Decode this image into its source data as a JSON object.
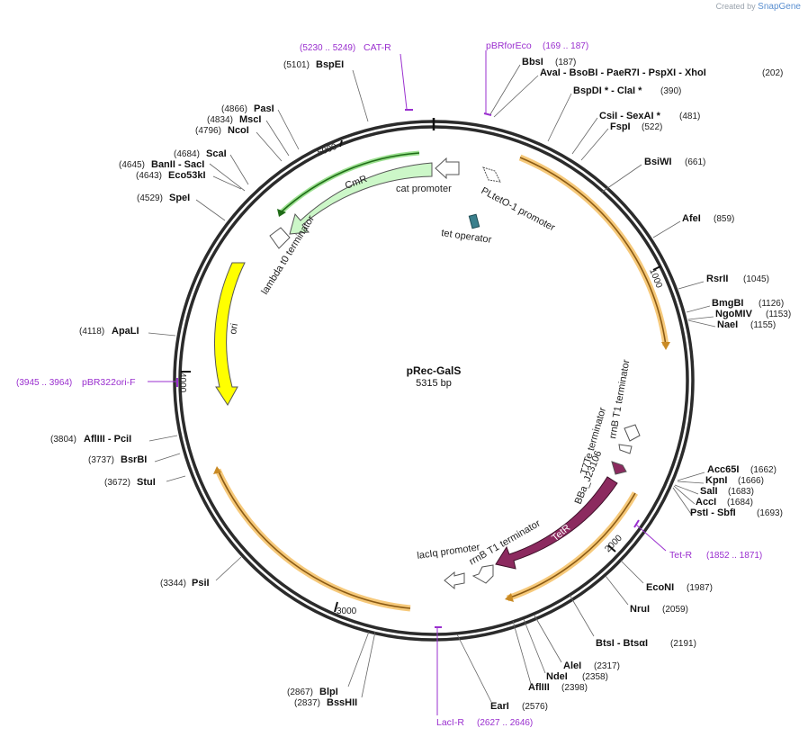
{
  "brand": {
    "prefix": "Created by",
    "name": "SnapGene"
  },
  "plasmid": {
    "name": "pRec-GalS",
    "length_label": "5315 bp",
    "length": 5315
  },
  "ticks": [
    "1000",
    "2000",
    "3000",
    "4000",
    "5000"
  ],
  "sites": [
    {
      "name": "BspEI",
      "pos": "(5101)"
    },
    {
      "name": "BbsI",
      "pos": "(187)"
    },
    {
      "name": "AvaI  - BsoBI  - PaeR7I  - PspXI  - XhoI",
      "pos": "(202)"
    },
    {
      "name": "BspDI *  - ClaI *",
      "pos": "(390)"
    },
    {
      "name": "CsiI  - SexAI *",
      "pos": "(481)"
    },
    {
      "name": "FspI",
      "pos": "(522)"
    },
    {
      "name": "BsiWI",
      "pos": "(661)"
    },
    {
      "name": "AfeI",
      "pos": "(859)"
    },
    {
      "name": "RsrII",
      "pos": "(1045)"
    },
    {
      "name": "BmgBI",
      "pos": "(1126)"
    },
    {
      "name": "NgoMIV",
      "pos": "(1153)"
    },
    {
      "name": "NaeI",
      "pos": "(1155)"
    },
    {
      "name": "Acc65I",
      "pos": "(1662)"
    },
    {
      "name": "KpnI",
      "pos": "(1666)"
    },
    {
      "name": "SalI",
      "pos": "(1683)"
    },
    {
      "name": "AccI",
      "pos": "(1684)"
    },
    {
      "name": "PstI  - SbfI",
      "pos": "(1693)"
    },
    {
      "name": "EcoNI",
      "pos": "(1987)"
    },
    {
      "name": "NruI",
      "pos": "(2059)"
    },
    {
      "name": "BtsI  - BtsαI",
      "pos": "(2191)"
    },
    {
      "name": "AleI",
      "pos": "(2317)"
    },
    {
      "name": "NdeI",
      "pos": "(2358)"
    },
    {
      "name": "AflIII",
      "pos": "(2398)"
    },
    {
      "name": "EarI",
      "pos": "(2576)"
    },
    {
      "name": "BlpI",
      "pos": "(2867)"
    },
    {
      "name": "BssHII",
      "pos": "(2837)"
    },
    {
      "name": "PsiI",
      "pos": "(3344)"
    },
    {
      "name": "StuI",
      "pos": "(3672)"
    },
    {
      "name": "BsrBI",
      "pos": "(3737)"
    },
    {
      "name": "AflIII  - PciI",
      "pos": "(3804)"
    },
    {
      "name": "ApaLI",
      "pos": "(4118)"
    },
    {
      "name": "SpeI",
      "pos": "(4529)"
    },
    {
      "name": "Eco53kI",
      "pos": "(4643)"
    },
    {
      "name": "BanII  - SacI",
      "pos": "(4645)"
    },
    {
      "name": "ScaI",
      "pos": "(4684)"
    },
    {
      "name": "NcoI",
      "pos": "(4796)"
    },
    {
      "name": "MscI",
      "pos": "(4834)"
    },
    {
      "name": "PasI",
      "pos": "(4866)"
    }
  ],
  "primers": [
    {
      "name": "CAT-R",
      "range": "(5230 .. 5249)"
    },
    {
      "name": "pBRforEco",
      "range": "(169 .. 187)"
    },
    {
      "name": "pBR322ori-F",
      "range": "(3945 .. 3964)"
    },
    {
      "name": "Tet-R",
      "range": "(1852 .. 1871)"
    },
    {
      "name": "LacI-R",
      "range": "(2627 .. 2646)"
    }
  ],
  "features": {
    "cmr": "CmR",
    "cat_promoter": "cat promoter",
    "pltet": "PLtetO-1 promoter",
    "tet_operator": "tet operator",
    "lambda_t0": "lambda t0 terminator",
    "ori": "ori",
    "rrnb_t1_top": "rrnB T1 terminator",
    "t7te": "T7Te terminator",
    "bba": "BBa_J23106",
    "tetr": "TetR",
    "rrnb_t1_bottom": "rrnB T1 terminator",
    "laciq": "lacIq promoter"
  },
  "colors": {
    "backbone": "#2b2b2b",
    "primer": "#9a2fcf",
    "cmr": "#ccf7c8",
    "ori": "#ffff00",
    "tetr": "#8c2a5f",
    "orange_outer": "#f6b54c",
    "tet_operator": "#3a7f8c"
  }
}
